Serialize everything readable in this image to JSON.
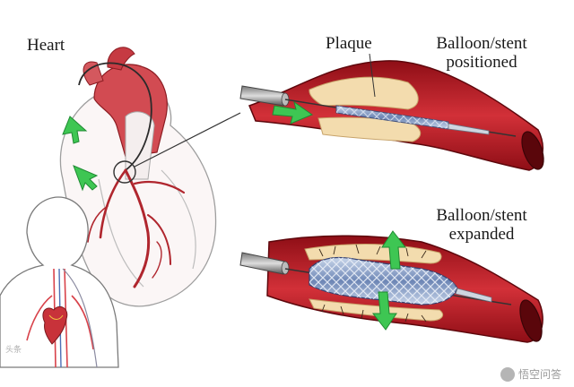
{
  "labels": {
    "heart": "Heart",
    "plaque": "Plaque",
    "positioned_line1": "Balloon/stent",
    "positioned_line2": "positioned",
    "expanded_line1": "Balloon/stent",
    "expanded_line2": "expanded"
  },
  "watermark": {
    "text": "悟空问答",
    "small_text": "头条"
  },
  "colors": {
    "artery_red": "#b3141c",
    "artery_inner": "#7a0a10",
    "plaque": "#f1d8a8",
    "arrow_green": "#37c24a",
    "heart_red": "#c8323a",
    "outline": "#3a3a3a"
  }
}
